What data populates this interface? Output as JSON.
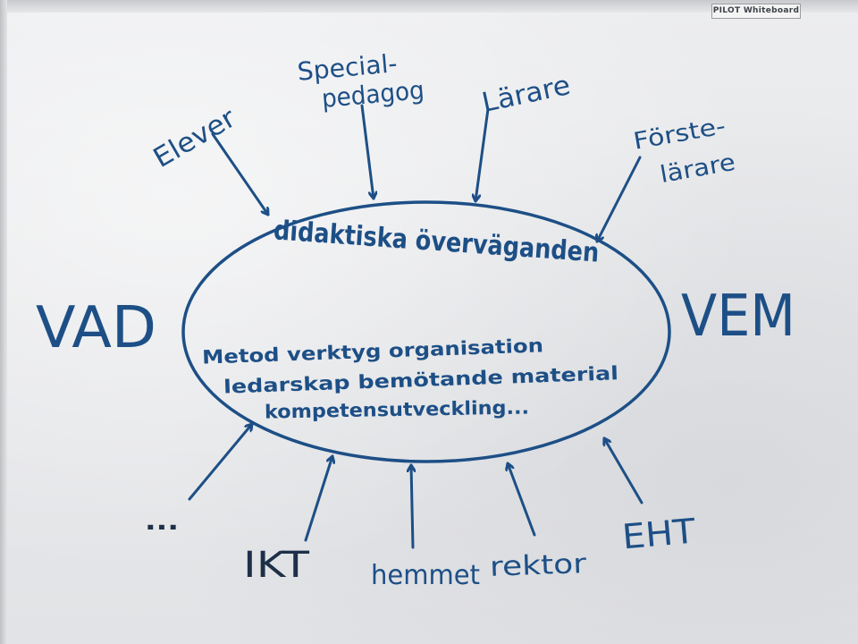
{
  "board": {
    "brand_label": "PILOT Whiteboard",
    "ink_color": "#1d4f86",
    "dark_ink_color": "#1d3048",
    "surface_color": "#e8e9eb"
  },
  "left_label": "VAD",
  "right_label": "VEM",
  "center": {
    "heading": "didaktiska överväganden",
    "items_line1": "Metod verktyg organisation",
    "items_line2": "ledarskap bemötande material",
    "items_line3": "kompetensutveckling..."
  },
  "top_labels": {
    "elever": "Elever",
    "special_line1": "Special-",
    "special_line2": "pedagog",
    "larare": "Lärare",
    "forste_line1": "Förste-",
    "forste_line2": "lärare"
  },
  "bottom_labels": {
    "ellipsis": "...",
    "ikt": "IKT",
    "hemmet": "hemmet",
    "rektor": "rektor",
    "eht": "EHT"
  }
}
